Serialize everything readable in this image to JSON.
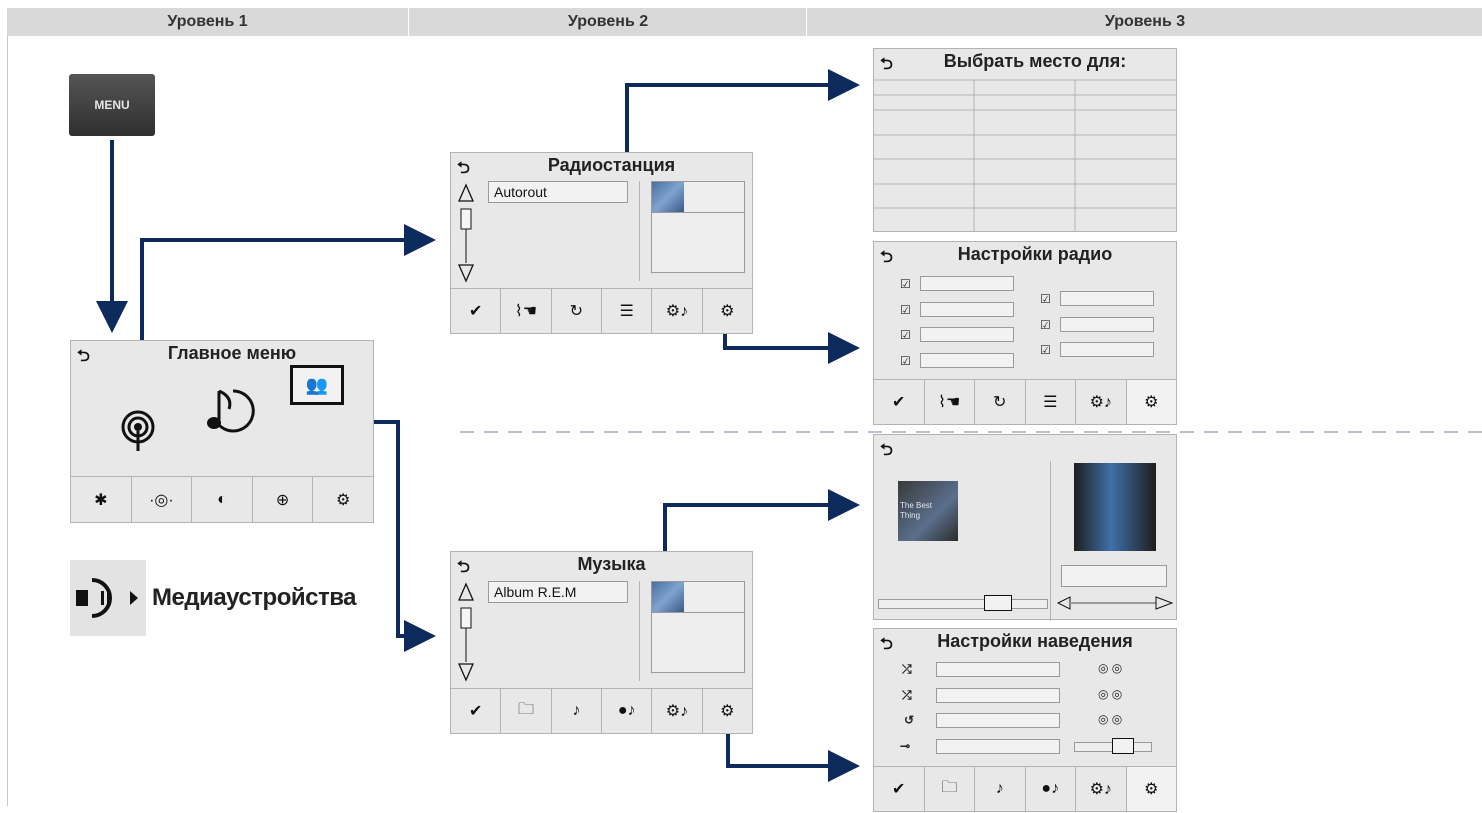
{
  "header": {
    "level1": "Уровень 1",
    "level2": "Уровень 2",
    "level3": "Уровень 3"
  },
  "menu_button": {
    "label": "MENU"
  },
  "main_menu": {
    "title": "Главное меню"
  },
  "media_devices": {
    "label": "Медиаустройства"
  },
  "radio_station": {
    "title": "Радиостанция",
    "field": "Autorout"
  },
  "music": {
    "title": "Музыка",
    "field": "Album R.E.M"
  },
  "choose_place": {
    "title": "Выбрать место для:"
  },
  "radio_settings": {
    "title": "Настройки радио"
  },
  "cover_text": {
    "line1": "The Best",
    "line2": "Thing"
  },
  "playback_settings": {
    "title": "Настройки наведения"
  },
  "colors": {
    "arrow": "#0d2a5c",
    "header_bg": "#d9d9d9",
    "screen_bg": "#e8e8e8",
    "dash": "#b9c1d6"
  }
}
